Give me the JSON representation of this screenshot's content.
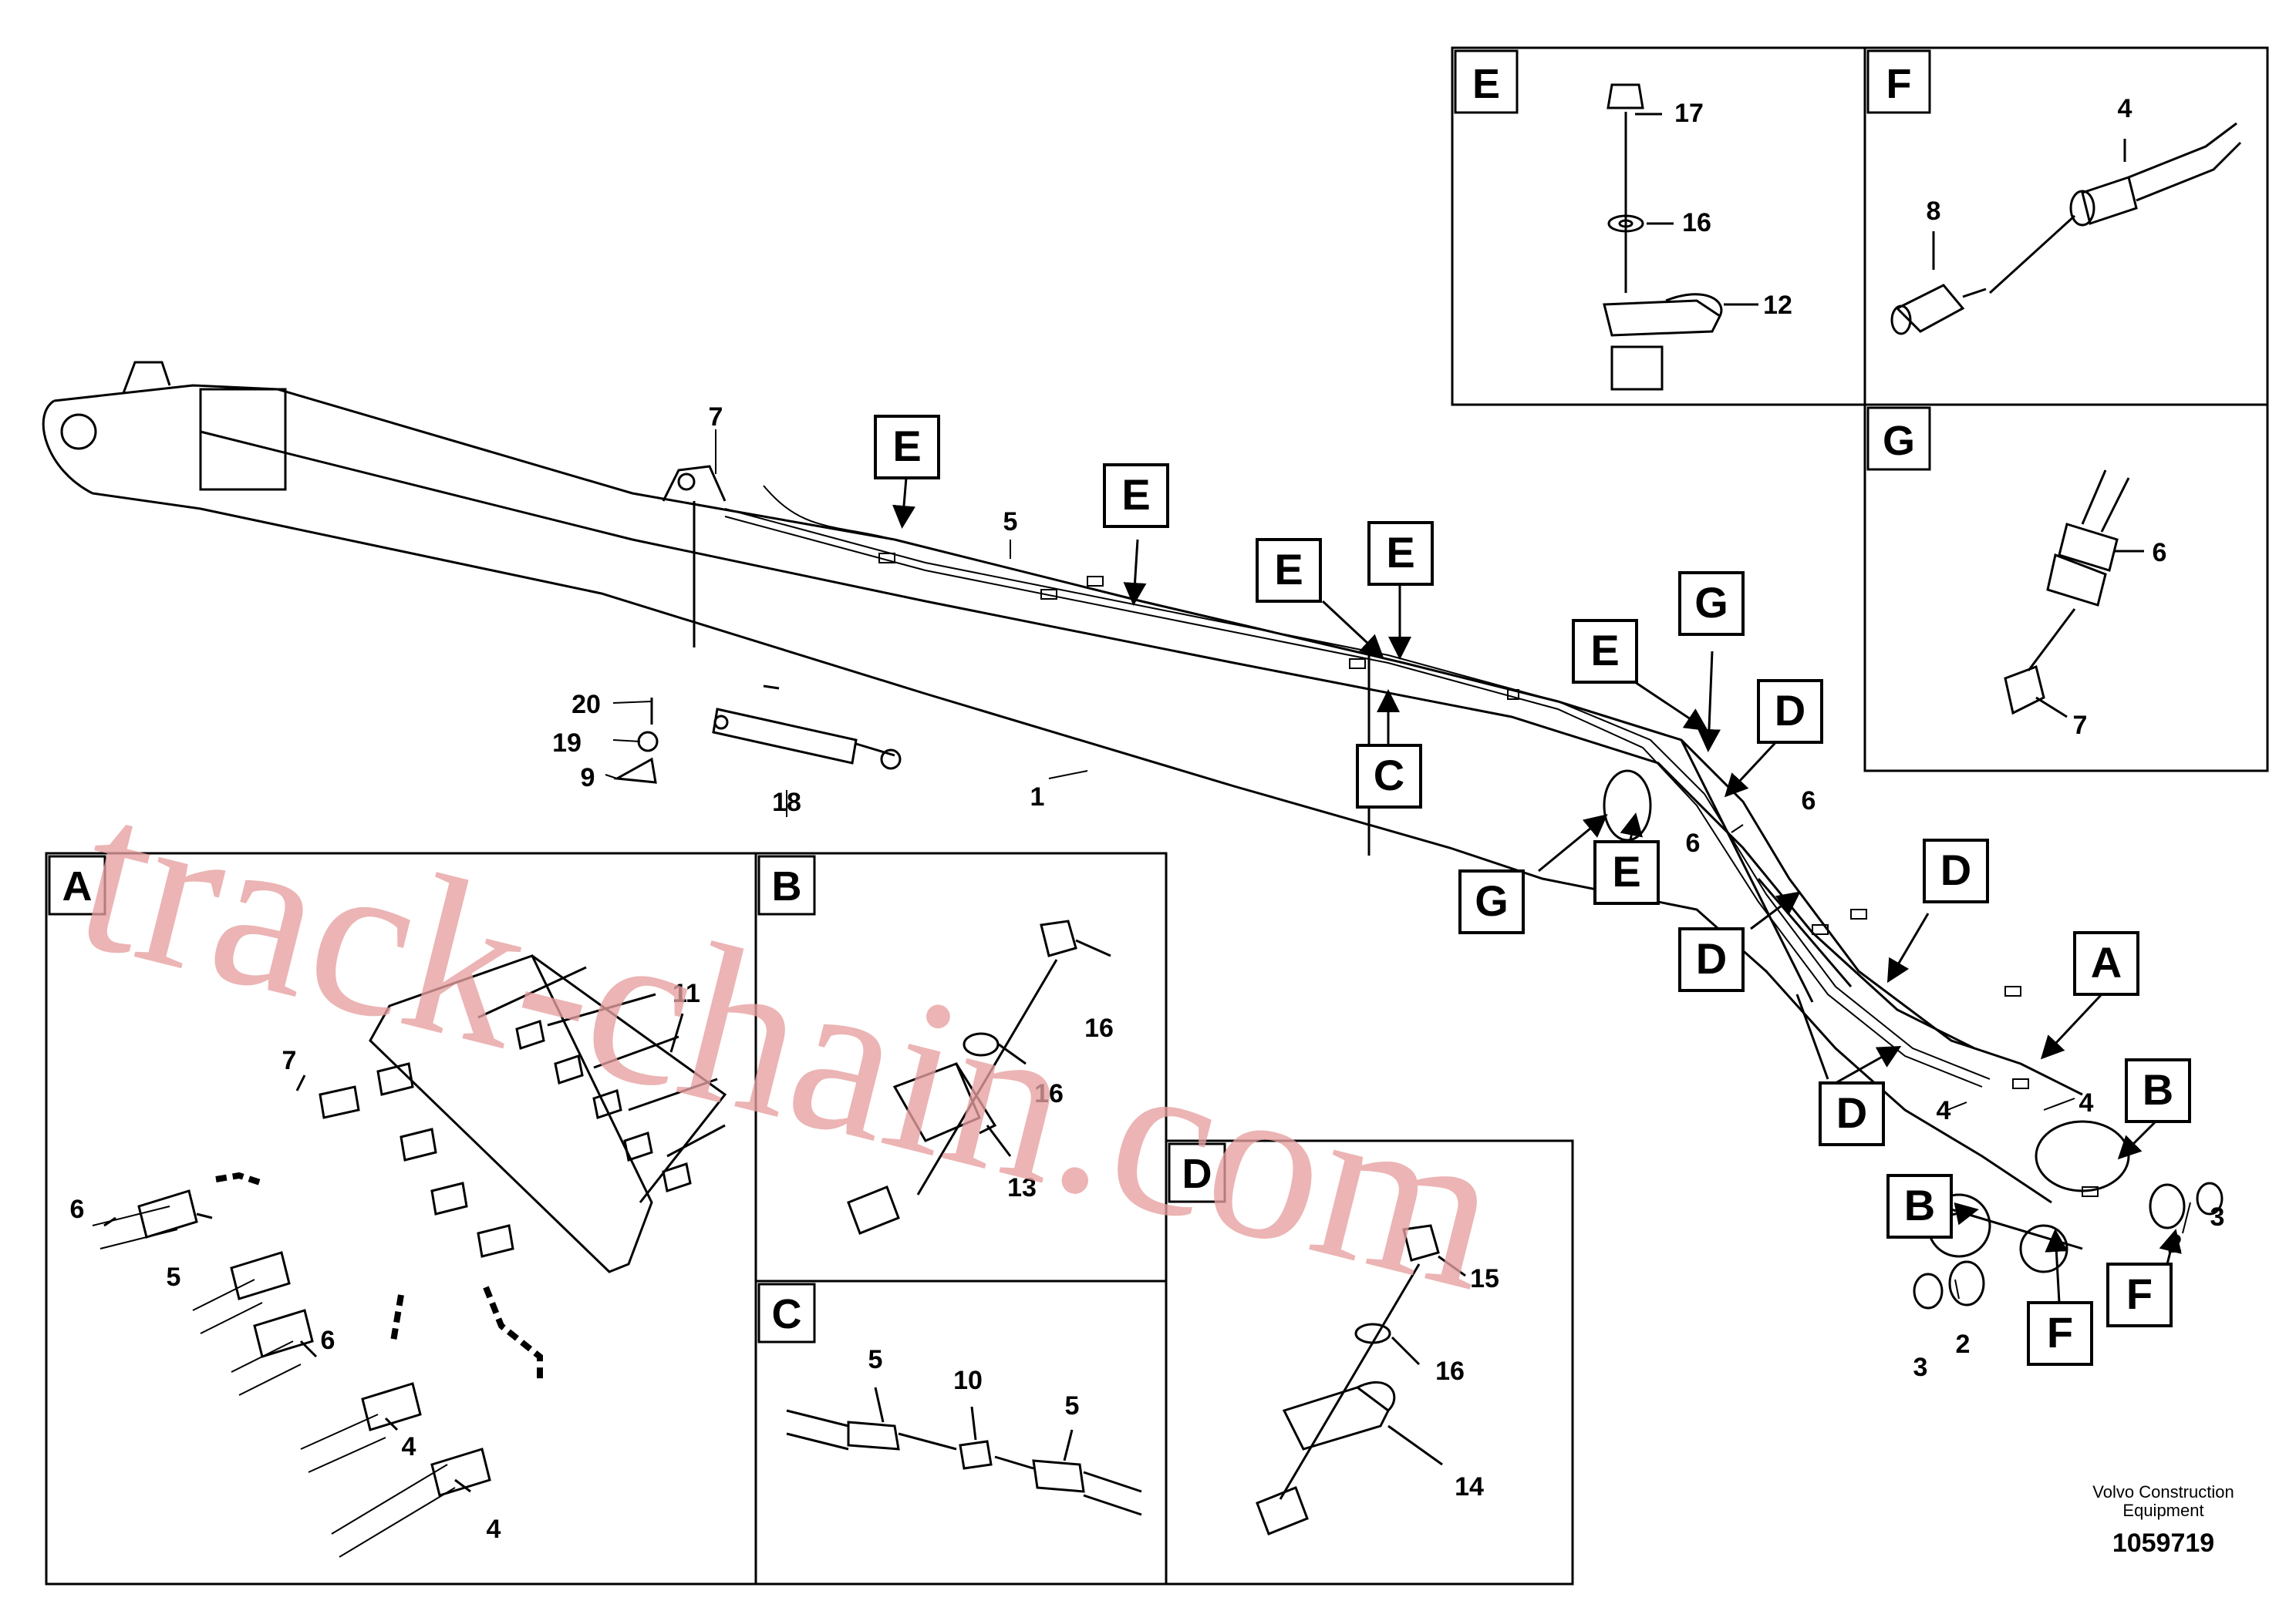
{
  "callouts": {
    "n1": "1",
    "n2a": "2",
    "n2b": "2",
    "n3a": "3",
    "n3b": "3",
    "n4a": "4",
    "n4b": "4",
    "n5": "5",
    "n6a": "6",
    "n6b": "6",
    "n7": "7",
    "n9": "9",
    "n18": "18",
    "n19": "19",
    "n20": "20"
  },
  "view_tags": {
    "E1": "E",
    "E2": "E",
    "E3": "E",
    "E4": "E",
    "E5": "E",
    "E6": "E",
    "C1": "C",
    "G1": "G",
    "G2": "G",
    "D1": "D",
    "D2": "D",
    "D3": "D",
    "D4": "D",
    "A1": "A",
    "B1": "B",
    "B2": "B",
    "F1": "F",
    "F2": "F"
  },
  "panels": {
    "E": {
      "tag": "E",
      "labels": {
        "a": "17",
        "b": "16",
        "c": "12"
      }
    },
    "F": {
      "tag": "F",
      "labels": {
        "a": "4",
        "b": "8"
      }
    },
    "G": {
      "tag": "G",
      "labels": {
        "a": "6",
        "b": "7"
      }
    },
    "A": {
      "tag": "A",
      "labels": {
        "a": "11",
        "b": "7",
        "c": "6",
        "d": "5",
        "e": "6",
        "f": "4",
        "g": "4"
      }
    },
    "B": {
      "tag": "B",
      "labels": {
        "a": "16",
        "b": "16",
        "c": "13"
      }
    },
    "C": {
      "tag": "C",
      "labels": {
        "a": "5",
        "b": "10",
        "c": "5"
      }
    },
    "D": {
      "tag": "D",
      "labels": {
        "a": "15",
        "b": "16",
        "c": "14"
      }
    }
  },
  "footer": {
    "company_line1": "Volvo Construction",
    "company_line2": "Equipment",
    "drawing_number": "1059719"
  },
  "watermark": "track-chain.com",
  "colors": {
    "ink": "#000000",
    "watermark": "#e7a0a0",
    "background": "#ffffff"
  }
}
